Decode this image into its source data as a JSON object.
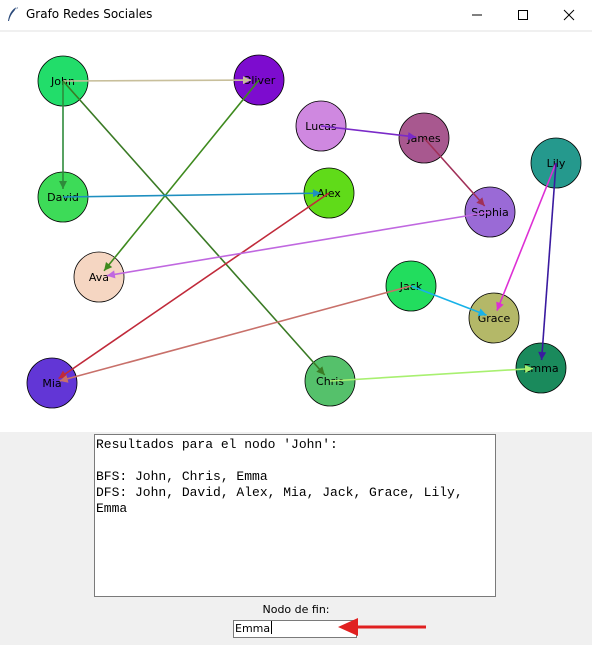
{
  "window": {
    "title": "Grafo Redes Sociales",
    "icon": "feather-icon",
    "controls": [
      "minimize-icon",
      "maximize-icon",
      "close-icon"
    ]
  },
  "graph": {
    "nodes": [
      {
        "id": "john",
        "label": "John",
        "color": "#22dd6a"
      },
      {
        "id": "oliver",
        "label": "Oliver",
        "color": "#7d0ccf"
      },
      {
        "id": "david",
        "label": "David",
        "color": "#3ddb58"
      },
      {
        "id": "lucas",
        "label": "Lucas",
        "color": "#cf88e0"
      },
      {
        "id": "james",
        "label": "James",
        "color": "#a8588f"
      },
      {
        "id": "lily",
        "label": "Lily",
        "color": "#25998d"
      },
      {
        "id": "alex",
        "label": "Alex",
        "color": "#60db19"
      },
      {
        "id": "sophia",
        "label": "Sophia",
        "color": "#9a6ad6"
      },
      {
        "id": "ava",
        "label": "Ava",
        "color": "#f5d6c2"
      },
      {
        "id": "jack",
        "label": "Jack",
        "color": "#22dd5e"
      },
      {
        "id": "grace",
        "label": "Grace",
        "color": "#b4b868"
      },
      {
        "id": "mia",
        "label": "Mia",
        "color": "#6236d6"
      },
      {
        "id": "chris",
        "label": "Chris",
        "color": "#55c16b"
      },
      {
        "id": "emma",
        "label": "Emma",
        "color": "#1a8a5c"
      }
    ],
    "edges": [
      {
        "from": "john",
        "to": "oliver",
        "color": "#c8bf9b"
      },
      {
        "from": "john",
        "to": "david",
        "color": "#2e8b3a"
      },
      {
        "from": "john",
        "to": "chris",
        "color": "#3a7a25"
      },
      {
        "from": "oliver",
        "to": "ava",
        "color": "#3e8a1e"
      },
      {
        "from": "david",
        "to": "alex",
        "color": "#1e8fc0"
      },
      {
        "from": "lucas",
        "to": "james",
        "color": "#7a2ac8"
      },
      {
        "from": "james",
        "to": "sophia",
        "color": "#a03058"
      },
      {
        "from": "lily",
        "to": "grace",
        "color": "#dd2fd4"
      },
      {
        "from": "lily",
        "to": "emma",
        "color": "#3a1aa0"
      },
      {
        "from": "alex",
        "to": "mia",
        "color": "#c02a3a"
      },
      {
        "from": "sophia",
        "to": "ava",
        "color": "#c068e0"
      },
      {
        "from": "jack",
        "to": "grace",
        "color": "#18b2e8"
      },
      {
        "from": "jack",
        "to": "mia",
        "color": "#c8706a"
      },
      {
        "from": "chris",
        "to": "emma",
        "color": "#a8f070"
      }
    ]
  },
  "results": {
    "text": "Resultados para el nodo 'John':\n\nBFS: John, Chris, Emma\nDFS: John, David, Alex, Mia, Jack, Grace, Lily,\nEmma"
  },
  "end_node": {
    "label": "Nodo de fin:",
    "value": "Emma"
  },
  "annotation": {
    "color": "#e02020"
  }
}
